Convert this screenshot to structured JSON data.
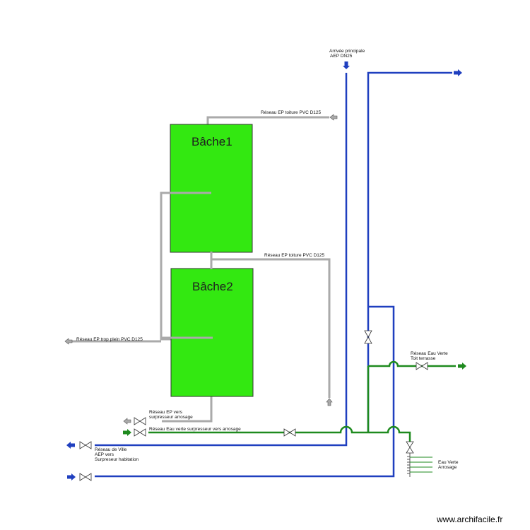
{
  "colors": {
    "grey_pipe": "#aaaaaa",
    "blue_pipe": "#1f3fbf",
    "green_pipe": "#1e8a1e",
    "tank_fill": "#33e811",
    "valve_stroke": "#333333"
  },
  "tanks": {
    "bache1": "Bâche1",
    "bache2": "Bâche2"
  },
  "labels": {
    "arrivee_line1": "Arrivée principale",
    "arrivee_line2": "AEP DN25",
    "ep_toiture_top": "Réseau EP toiture PVC D125",
    "ep_toiture_mid": "Réseau EP toiture PVC D125",
    "ep_trop_plein": "Réseau EP trop plein PVC D125",
    "ep_vers_line1": "Réseau EP vers",
    "ep_vers_line2": "surpresseur arrosage",
    "eau_verte_surp": "Réseau Eau verte surpresseur vers arrosage",
    "ville_line1": "Réseau de Ville",
    "ville_line2": "AEP vers",
    "ville_line3": "Surpreseur habitation",
    "eau_verte_toit_line1": "Réseau Eau Verte",
    "eau_verte_toit_line2": "Toit terrasse",
    "eau_verte_arr_line1": "Eau Verte",
    "eau_verte_arr_line2": "Arrosage"
  },
  "icons": {
    "flow_arrow": "arrow-icon",
    "valve": "gate-valve-icon",
    "manifold": "sprinkler-manifold-icon"
  },
  "watermark": "www.archifacile.fr"
}
